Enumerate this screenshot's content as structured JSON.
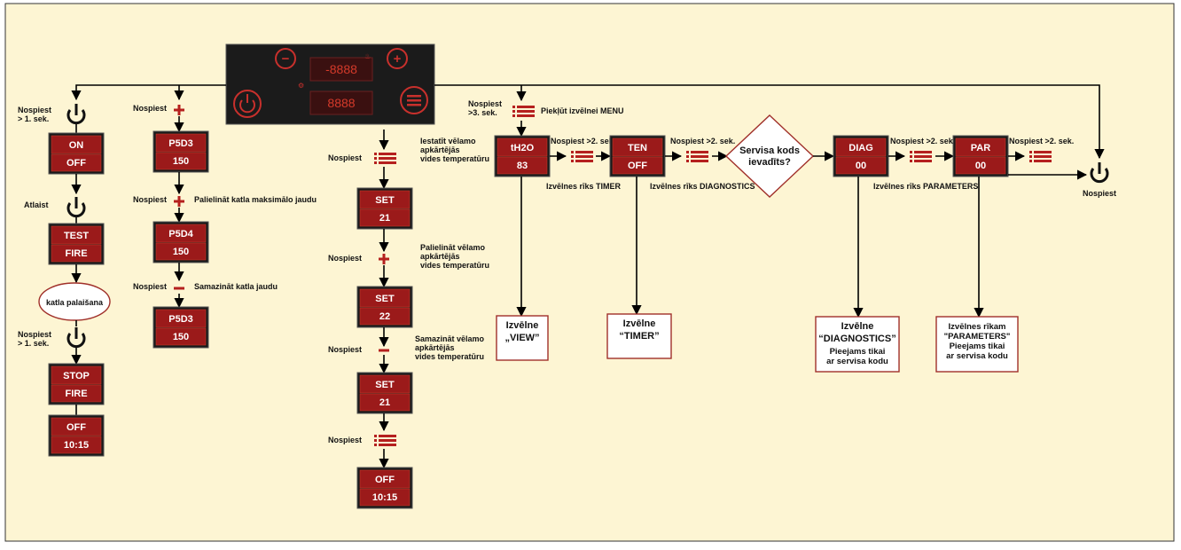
{
  "panel": {
    "minus_symbol": "−",
    "plus_symbol": "+",
    "display_top": "-8888",
    "display_bottom": "8888"
  },
  "col1": {
    "press1": [
      "Nospiest",
      "> 1. sek."
    ],
    "on_top": "ON",
    "on_bottom": "OFF",
    "release": "Atlaist",
    "test_top": "TEST",
    "test_bottom": "FIRE",
    "ignition": "katla palaišana",
    "press2": [
      "Nospiest",
      "> 1. sek."
    ],
    "stop_top": "STOP",
    "stop_bottom": "FIRE",
    "off_top": "OFF",
    "off_bottom": "10:15"
  },
  "col2": {
    "press": "Nospiest",
    "d1_top": "P5D3",
    "d1_bottom": "150",
    "inc_press": "Nospiest",
    "inc_text": "Palielināt katla maksimālo jaudu",
    "d2_top": "P5D4",
    "d2_bottom": "150",
    "dec_press": "Nospiest",
    "dec_text": "Samazināt katla jaudu",
    "d3_top": "P5D3",
    "d3_bottom": "150"
  },
  "col3": {
    "press1": "Nospiest",
    "set_text": [
      "Iestatīt vēlamo",
      "apkārtējās",
      "vides temperatūru"
    ],
    "s1_top": "SET",
    "s1_bottom": "21",
    "press2": "Nospiest",
    "inc_text": [
      "Palielināt vēlamo",
      "apkārtējās",
      "vides temperatūru"
    ],
    "s2_top": "SET",
    "s2_bottom": "22",
    "press3": "Nospiest",
    "dec_text": [
      "Samazināt vēlamo",
      "apkārtējās",
      "vides temperatūru"
    ],
    "s3_top": "SET",
    "s3_bottom": "21",
    "press4": "Nospiest",
    "o_top": "OFF",
    "o_bottom": "10:15"
  },
  "menu": {
    "press": [
      "Nospiest",
      ">3. sek."
    ],
    "access": "Piekļūt izvēlnei MENU",
    "th2o_top": "tH2O",
    "th2o_bottom": "83",
    "press_a": "Nospiest >2. sek.",
    "timer_tool": "Izvēlnes rīks TIMER",
    "ten_top": "TEN",
    "ten_bottom": "OFF",
    "press_b": "Nospiest >2. sek.",
    "diag_tool": "Izvēlnes rīks  DIAGNOSTICS",
    "decision": [
      "Servisa kods",
      "ievadīts?"
    ],
    "diag_top": "DIAG",
    "diag_bottom": "00",
    "press_c": "Nospiest >2. sek.",
    "par_tool": "Izvēlnes rīks PARAMETERS",
    "par_top": "PAR",
    "par_bottom": "00",
    "press_d": "Nospiest >2. sek.",
    "power_press": "Nospiest"
  },
  "boxes": {
    "view": [
      "Izvēlne",
      "„VIEW”"
    ],
    "timer": [
      "Izvēlne",
      "“TIMER”"
    ],
    "diagnostics": [
      "Izvēlne",
      "“DIAGNOSTICS”",
      "Pieejams tikai",
      "ar servisa kodu"
    ],
    "parameters": [
      "Izvēlnes rīkam",
      "\"PARAMETERS\"",
      "Pieejams tikai",
      "ar servisa kodu"
    ]
  },
  "colors": {
    "background": "#fdf5d3",
    "display_red": "#9b1a1a",
    "display_dark": "#3a1010",
    "accent_red": "#b5201e",
    "panel_black": "#1b1b1b",
    "line": "#000000"
  }
}
